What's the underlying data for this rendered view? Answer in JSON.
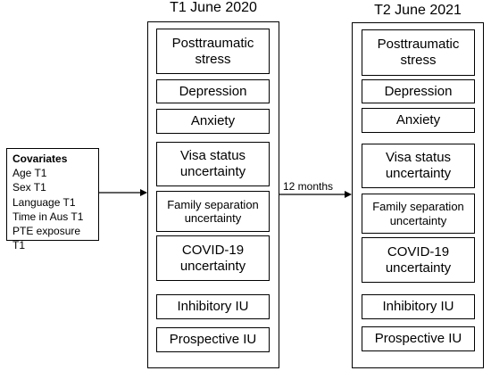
{
  "t1": {
    "title": "T1 June 2020",
    "items": [
      {
        "l1": "Posttraumatic",
        "l2": "stress"
      },
      {
        "l1": "Depression",
        "l2": ""
      },
      {
        "l1": "Anxiety",
        "l2": ""
      },
      {
        "l1": "Visa status",
        "l2": "uncertainty"
      },
      {
        "l1": "Family separation",
        "l2": "uncertainty"
      },
      {
        "l1": "COVID-19",
        "l2": "uncertainty"
      },
      {
        "l1": "Inhibitory IU",
        "l2": ""
      },
      {
        "l1": "Prospective IU",
        "l2": ""
      }
    ]
  },
  "t2": {
    "title": "T2 June 2021",
    "items": [
      {
        "l1": "Posttraumatic",
        "l2": "stress"
      },
      {
        "l1": "Depression",
        "l2": ""
      },
      {
        "l1": "Anxiety",
        "l2": ""
      },
      {
        "l1": "Visa status",
        "l2": "uncertainty"
      },
      {
        "l1": "Family separation",
        "l2": "uncertainty"
      },
      {
        "l1": "COVID-19",
        "l2": "uncertainty"
      },
      {
        "l1": "Inhibitory IU",
        "l2": ""
      },
      {
        "l1": "Prospective IU",
        "l2": ""
      }
    ]
  },
  "covariates": {
    "heading": "Covariates",
    "items": [
      "Age T1",
      "Sex T1",
      "Language T1",
      "Time in Aus T1",
      "PTE exposure T1"
    ]
  },
  "arrow_label": "12 months"
}
